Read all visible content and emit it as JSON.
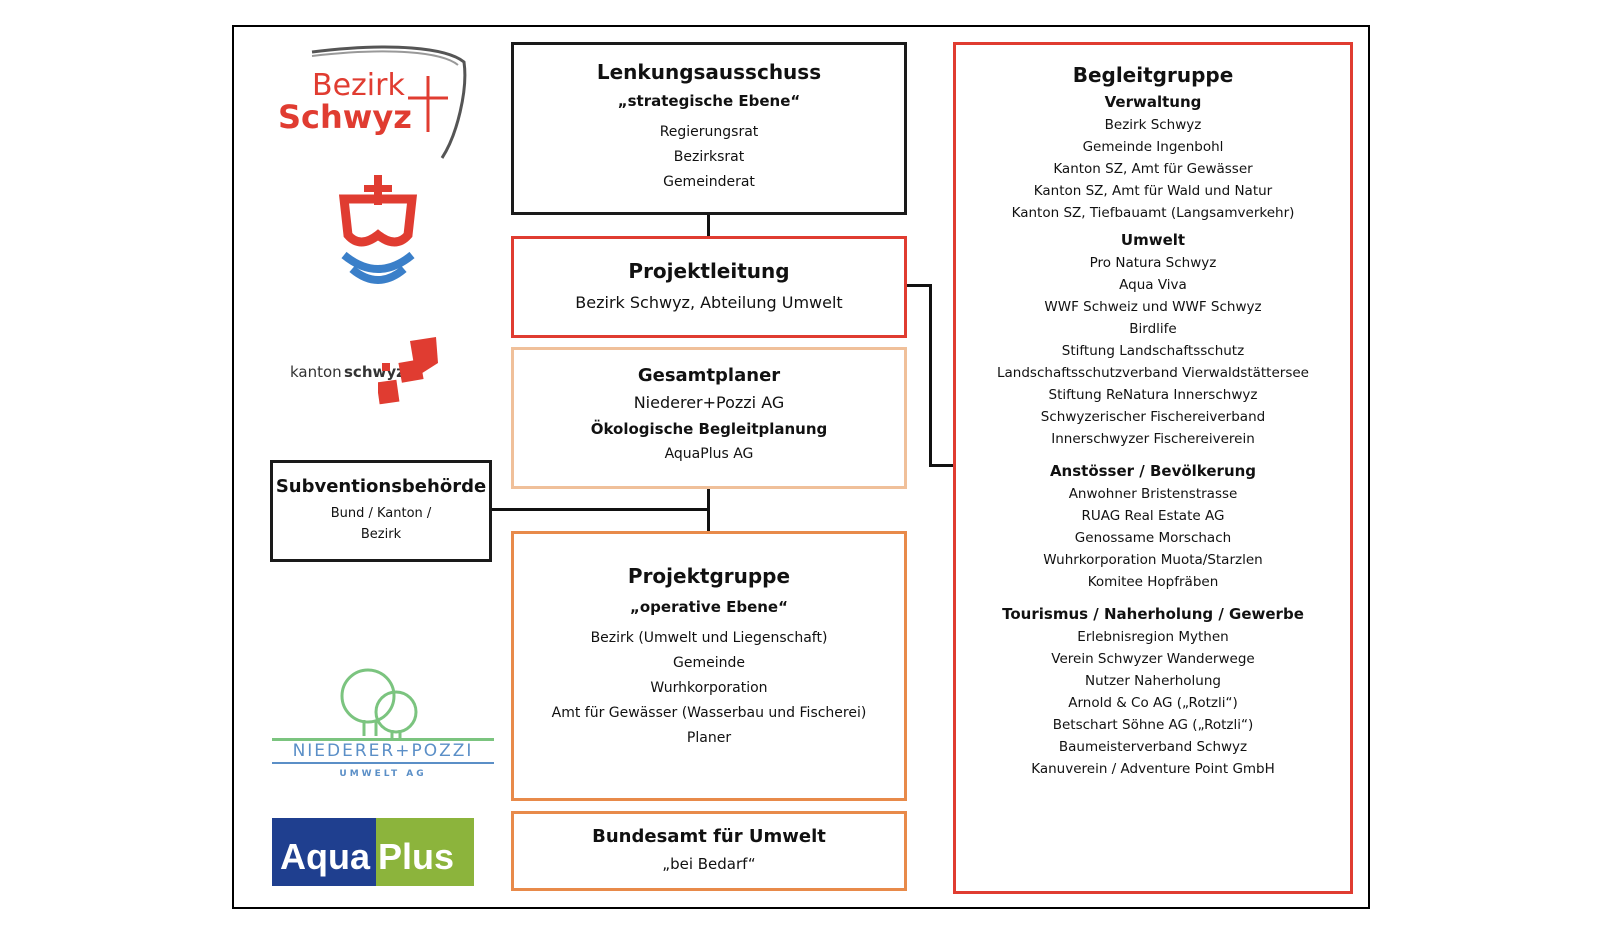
{
  "lenkungsausschuss": {
    "title": "Lenkungsausschuss",
    "subtitle": "„strategische Ebene“",
    "members": [
      "Regierungsrat",
      "Bezirksrat",
      "Gemeinderat"
    ]
  },
  "projektleitung": {
    "title": "Projektleitung",
    "members": [
      "Bezirk Schwyz, Abteilung Umwelt"
    ]
  },
  "gesamtplaner": {
    "title": "Gesamtplaner",
    "member": "Niederer+Pozzi AG",
    "subtitle": "Ökologische Begleitplanung",
    "member2": "AquaPlus AG"
  },
  "subventionsbehoerde": {
    "title": "Subventionsbehörde",
    "lines": [
      "Bund / Kanton /",
      "Bezirk"
    ]
  },
  "projektgruppe": {
    "title": "Projektgruppe",
    "subtitle": "„operative Ebene“",
    "members": [
      "Bezirk (Umwelt und Liegenschaft)",
      "Gemeinde",
      "Wurhkorporation",
      "Amt für Gewässer (Wasserbau und Fischerei)",
      "Planer"
    ]
  },
  "bafu": {
    "title": "Bundesamt für Umwelt",
    "subtitle": "„bei Bedarf“"
  },
  "begleitgruppe": {
    "title": "Begleitgruppe",
    "groups": [
      {
        "heading": "Verwaltung",
        "items": [
          "Bezirk Schwyz",
          "Gemeinde Ingenbohl",
          "Kanton SZ, Amt für Gewässer",
          "Kanton SZ, Amt für Wald und Natur",
          "Kanton SZ, Tiefbauamt (Langsamverkehr)"
        ]
      },
      {
        "heading": "Umwelt",
        "items": [
          "Pro Natura Schwyz",
          "Aqua Viva",
          "WWF Schweiz und WWF Schwyz",
          "Birdlife",
          "Stiftung Landschaftsschutz",
          "Landschaftsschutzverband Vierwaldstättersee",
          "Stiftung ReNatura Innerschwyz",
          "Schwyzerischer Fischereiverband",
          "Innerschwyzer Fischereiverein"
        ]
      },
      {
        "heading": "Anstösser / Bevölkerung",
        "items": [
          "Anwohner Bristenstrasse",
          "RUAG Real Estate AG",
          "Genossame Morschach",
          "Wuhrkorporation Muota/Starzlen",
          "Komitee Hopfräben"
        ]
      },
      {
        "heading": "Tourismus / Naherholung / Gewerbe",
        "items": [
          "Erlebnisregion Mythen",
          "Verein Schwyzer Wanderwege",
          "Nutzer Naherholung",
          "Arnold & Co AG („Rotzli“)",
          "Betschart Söhne AG („Rotzli“)",
          "Baumeisterverband Schwyz",
          "Kanuverein / Adventure Point GmbH"
        ]
      }
    ]
  },
  "logos": {
    "bezirk": {
      "line1": "Bezirk",
      "line2": "Schwyz"
    },
    "kanton": {
      "text1": "kanton",
      "text2": "schwyz"
    },
    "niederer": {
      "name": "NIEDERER+POZZI",
      "sub": "UMWELT AG"
    },
    "aquaplus": {
      "part1": "Aqua",
      "part2": "Plus"
    }
  },
  "colors": {
    "red": "#e03c31",
    "orange": "#e88a4a",
    "light_orange": "#f0c09a",
    "niederer_green": "#7bc47f",
    "niederer_blue": "#5b8fc7",
    "aqua_blue": "#1f3f8f",
    "aqua_green": "#8cb43c"
  }
}
